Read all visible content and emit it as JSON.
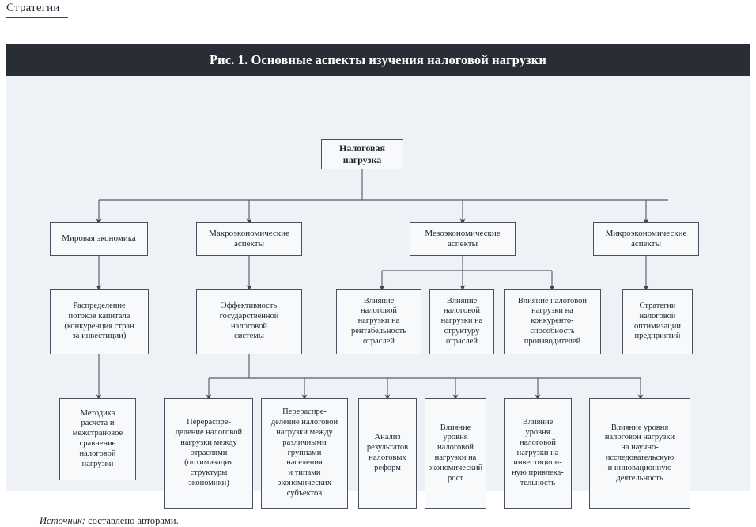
{
  "page": {
    "heading": "Стратегии"
  },
  "figure": {
    "title": "Рис. 1. Основные аспекты изучения налоговой нагрузки",
    "source_label": "Источник:",
    "source_text": " составлено авторами."
  },
  "colors": {
    "title_bar": "#292d36",
    "panel_bg": "#eef1f5",
    "node_fill": "#f7f9fb",
    "node_border": "#4a505e",
    "connector": "#565c68",
    "text": "#1d2331",
    "title_text": "#ffffff"
  },
  "chart_data": {
    "type": "diagram",
    "title": "Рис. 1. Основные аспекты изучения налоговой нагрузки",
    "layout": "top-down tree / organizational chart",
    "levels": 4,
    "nodes": [
      {
        "id": "root",
        "level": 1,
        "label": "Налоговая нагрузка"
      },
      {
        "id": "l2-1",
        "level": 2,
        "label": "Мировая экономика",
        "parent": "root"
      },
      {
        "id": "l2-2",
        "level": 2,
        "label": "Макроэкономические аспекты",
        "parent": "root"
      },
      {
        "id": "l2-3",
        "level": 2,
        "label": "Мезоэкономические аспекты",
        "parent": "root"
      },
      {
        "id": "l2-4",
        "level": 2,
        "label": "Микроэкономические аспекты",
        "parent": "root"
      },
      {
        "id": "l3-1",
        "level": 3,
        "label": "Распределение потоков капитала (конкуренция стран за инвестиции)",
        "parent": "l2-1"
      },
      {
        "id": "l3-2",
        "level": 3,
        "label": "Эффективность государственной налоговой системы",
        "parent": "l2-2"
      },
      {
        "id": "l3-3",
        "level": 3,
        "label": "Влияние налоговой нагрузки на рентабельность отраслей",
        "parent": "l2-3"
      },
      {
        "id": "l3-4",
        "level": 3,
        "label": "Влияние налоговой нагрузки на структуру отраслей",
        "parent": "l2-3"
      },
      {
        "id": "l3-5",
        "level": 3,
        "label": "Влияние налоговой нагрузки на конкуренто-способность производителей",
        "parent": "l2-3"
      },
      {
        "id": "l3-6",
        "level": 3,
        "label": "Стратегии налоговой оптимизации предприятий",
        "parent": "l2-4"
      },
      {
        "id": "l4-1",
        "level": 4,
        "label": "Методика расчета и межстрановое сравнение налоговой нагрузки",
        "parent": "l3-1"
      },
      {
        "id": "l4-2",
        "level": 4,
        "label": "Перераспре-деление налоговой нагрузки между отраслями (оптимизация структуры экономики)",
        "parent": "l3-2"
      },
      {
        "id": "l4-3",
        "level": 4,
        "label": "Перераспре-деление налоговой нагрузки между различными группами населения и типами экономических субъектов",
        "parent": "l3-2"
      },
      {
        "id": "l4-4",
        "level": 4,
        "label": "Анализ результатов налоговых реформ",
        "parent": "l3-2"
      },
      {
        "id": "l4-5",
        "level": 4,
        "label": "Влияние уровня налоговой нагрузки на экономический рост",
        "parent": "l3-2"
      },
      {
        "id": "l4-6",
        "level": 4,
        "label": "Влияние уровня налоговой нагрузки на инвестицион-ную привлека-тельность",
        "parent": "l3-2"
      },
      {
        "id": "l4-7",
        "level": 4,
        "label": "Влияние уровня налоговой нагрузки на научно-исследовательскую и инновационную деятельность",
        "parent": "l3-2"
      }
    ]
  },
  "nodes": {
    "root": {
      "lines": [
        "Налоговая",
        "нагрузка"
      ]
    },
    "l2_1": {
      "lines": [
        "Мировая экономика"
      ]
    },
    "l2_2": {
      "lines": [
        "Макроэкономические",
        "аспекты"
      ]
    },
    "l2_3": {
      "lines": [
        "Мезоэкономические",
        "аспекты"
      ]
    },
    "l2_4": {
      "lines": [
        "Микроэкономические",
        "аспекты"
      ]
    },
    "l3_1": {
      "lines": [
        "Распределение",
        "потоков капитала",
        "(конкуренция стран",
        "за инвестиции)"
      ]
    },
    "l3_2": {
      "lines": [
        "Эффективность",
        "государственной",
        "налоговой",
        "системы"
      ]
    },
    "l3_3": {
      "lines": [
        "Влияние",
        "налоговой",
        "нагрузки на",
        "рентабельность",
        "отраслей"
      ]
    },
    "l3_4": {
      "lines": [
        "Влияние",
        "налоговой",
        "нагрузки на",
        "структуру",
        "отраслей"
      ]
    },
    "l3_5": {
      "lines": [
        "Влияние налоговой",
        "нагрузки на",
        "конкуренто-",
        "способность",
        "производителей"
      ]
    },
    "l3_6": {
      "lines": [
        "Стратегии",
        "налоговой",
        "оптимизации",
        "предприятий"
      ]
    },
    "l4_1": {
      "lines": [
        "Методика",
        "расчета и",
        "межстрановое",
        "сравнение",
        "налоговой",
        "нагрузки"
      ]
    },
    "l4_2": {
      "lines": [
        "Перераспре-",
        "деление налоговой",
        "нагрузки между",
        "отраслями",
        "(оптимизация",
        "структуры",
        "экономики)"
      ]
    },
    "l4_3": {
      "lines": [
        "Перераспре-",
        "деление налоговой",
        "нагрузки между",
        "различными",
        "группами",
        "населения",
        "и типами",
        "экономических",
        "субъектов"
      ]
    },
    "l4_4": {
      "lines": [
        "Анализ",
        "результатов",
        "налоговых",
        "реформ"
      ]
    },
    "l4_5": {
      "lines": [
        "Влияние",
        "уровня",
        "налоговой",
        "нагрузки на",
        "экономический",
        "рост"
      ]
    },
    "l4_6": {
      "lines": [
        "Влияние",
        "уровня",
        "налоговой",
        "нагрузки на",
        "инвестицион-",
        "ную привлека-",
        "тельность"
      ]
    },
    "l4_7": {
      "lines": [
        "Влияние уровня",
        "налоговой нагрузки",
        "на научно-",
        "исследовательскую",
        "и инновационную",
        "деятельность"
      ]
    }
  }
}
